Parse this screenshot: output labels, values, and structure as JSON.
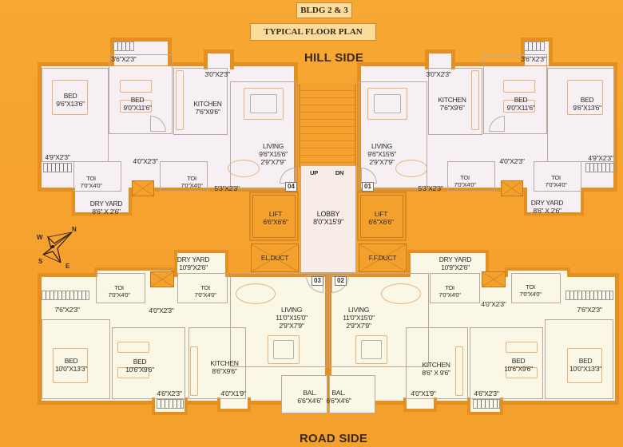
{
  "header": {
    "building": "BLDG  2 & 3",
    "title": "TYPICAL FLOOR PLAN",
    "hill_side": "HILL SIDE",
    "road_side": "ROAD SIDE"
  },
  "compass": {
    "n": "N",
    "e": "E",
    "s": "S",
    "w": "W"
  },
  "core": {
    "lobby": {
      "name": "LOBBY",
      "size": "8'0\"X15'9\""
    },
    "lift_left": {
      "name": "LIFT",
      "size": "6'6\"X6'6\""
    },
    "lift_right": {
      "name": "LIFT",
      "size": "6'6\"X6'6\""
    },
    "el_duct": "EL.DUCT",
    "ff_duct": "F.F.DUCT",
    "stairs_up": "UP",
    "stairs_dn": "DN"
  },
  "units": {
    "u04": {
      "number": "04",
      "bed_master": {
        "name": "BED",
        "size": "9'6\"X13'6\""
      },
      "bed_2": {
        "name": "BED",
        "size": "9'0\"X11'6\""
      },
      "kitchen": {
        "name": "KITCHEN",
        "size": "7'6\"X9'6\""
      },
      "kitchen_util": "3'0\"X2'3\"",
      "balcony_top": "3'6\"X2'3\"",
      "balcony_side": "4'9\"X2'3\"",
      "passage": "4'0\"X2'3\"",
      "toi_1": {
        "name": "TOI",
        "size": "7'0\"X4'0\""
      },
      "toi_2": {
        "name": "TOI",
        "size": "7'0\"X4'0\""
      },
      "dry_yard": {
        "name": "DRY YARD",
        "size": "8'6\" X 2'6\""
      },
      "living": {
        "name": "LIVING",
        "size": "9'6\"X15'6\"",
        "dining": "2'9\"X7'9\""
      },
      "living_util": "5'3\"X2'3\""
    },
    "u01": {
      "number": "01",
      "bed_master": {
        "name": "BED",
        "size": "9'6\"X13'6\""
      },
      "bed_2": {
        "name": "BED",
        "size": "9'0\"X11'6\""
      },
      "kitchen": {
        "name": "KITCHEN",
        "size": "7'6\"X9'6\""
      },
      "kitchen_util": "3'0\"X2'3\"",
      "balcony_top": "3'6\"X2'3\"",
      "balcony_side": "4'9\"X2'3\"",
      "passage": "4'0\"X2'3\"",
      "toi_1": {
        "name": "TOI",
        "size": "7'0\"X4'0\""
      },
      "toi_2": {
        "name": "TOI",
        "size": "7'0\"X4'0\""
      },
      "dry_yard": {
        "name": "DRY YARD",
        "size": "8'6\"  X  2'6\""
      },
      "living": {
        "name": "LIVING",
        "size": "9'6\"X15'6\"",
        "dining": "2'9\"X7'9\""
      },
      "living_util": "5'3\"X2'3\""
    },
    "u03": {
      "number": "03",
      "bed_master": {
        "name": "BED",
        "size": "10'0\"X13'3\""
      },
      "bed_2": {
        "name": "BED",
        "size": "10'6\"X9'6\""
      },
      "kitchen": {
        "name": "KITCHEN",
        "size": "8'6\"X9'6\""
      },
      "kitchen_util": "4'0\"X1'9\"",
      "balcony_bottom": "4'6\"X2'3\"",
      "balcony_side": "7'6\"X2'3\"",
      "passage": "4'0\"X2'3\"",
      "toi_1": {
        "name": "TOI",
        "size": "7'0\"X4'0\""
      },
      "toi_2": {
        "name": "TOI",
        "size": "7'0\"X4'0\""
      },
      "dry_yard": {
        "name": "DRY YARD",
        "size": "10'9\"X2'6\""
      },
      "living": {
        "name": "LIVING",
        "size": "11'0\"X15'0\"",
        "dining": "2'9\"X7'9\""
      },
      "bal": {
        "name": "BAL.",
        "size": "6'6\"X4'6\""
      }
    },
    "u02": {
      "number": "02",
      "bed_master": {
        "name": "BED",
        "size": "10'0\"X13'3\""
      },
      "bed_2": {
        "name": "BED",
        "size": "10'6\"X9'6\""
      },
      "kitchen": {
        "name": "KITCHEN",
        "size": "8'6\" X 9'6\""
      },
      "kitchen_util": "4'0\"X1'9\"",
      "balcony_bottom": "4'6\"X2'3\"",
      "balcony_side": "7'6\"X2'3\"",
      "passage": "4'0\"X2'3\"",
      "toi_1": {
        "name": "TOI",
        "size": "7'0\"X4'0\""
      },
      "toi_2": {
        "name": "TOI",
        "size": "7'0\"X4'0\""
      },
      "dry_yard": {
        "name": "DRY YARD",
        "size": "10'9\"X2'6\""
      },
      "living": {
        "name": "LIVING",
        "size": "11'0\"X15'0\"",
        "dining": "2'9\"X7'9\""
      },
      "bal": {
        "name": "BAL.",
        "size": "6'6\"X4'6\""
      }
    }
  },
  "colors": {
    "background": "#f6a12e",
    "wall": "#e38f22",
    "hill_unit_floor": "#f6eff4",
    "road_unit_floor": "#fbf7e6",
    "header_box": "#fbdc9d"
  }
}
